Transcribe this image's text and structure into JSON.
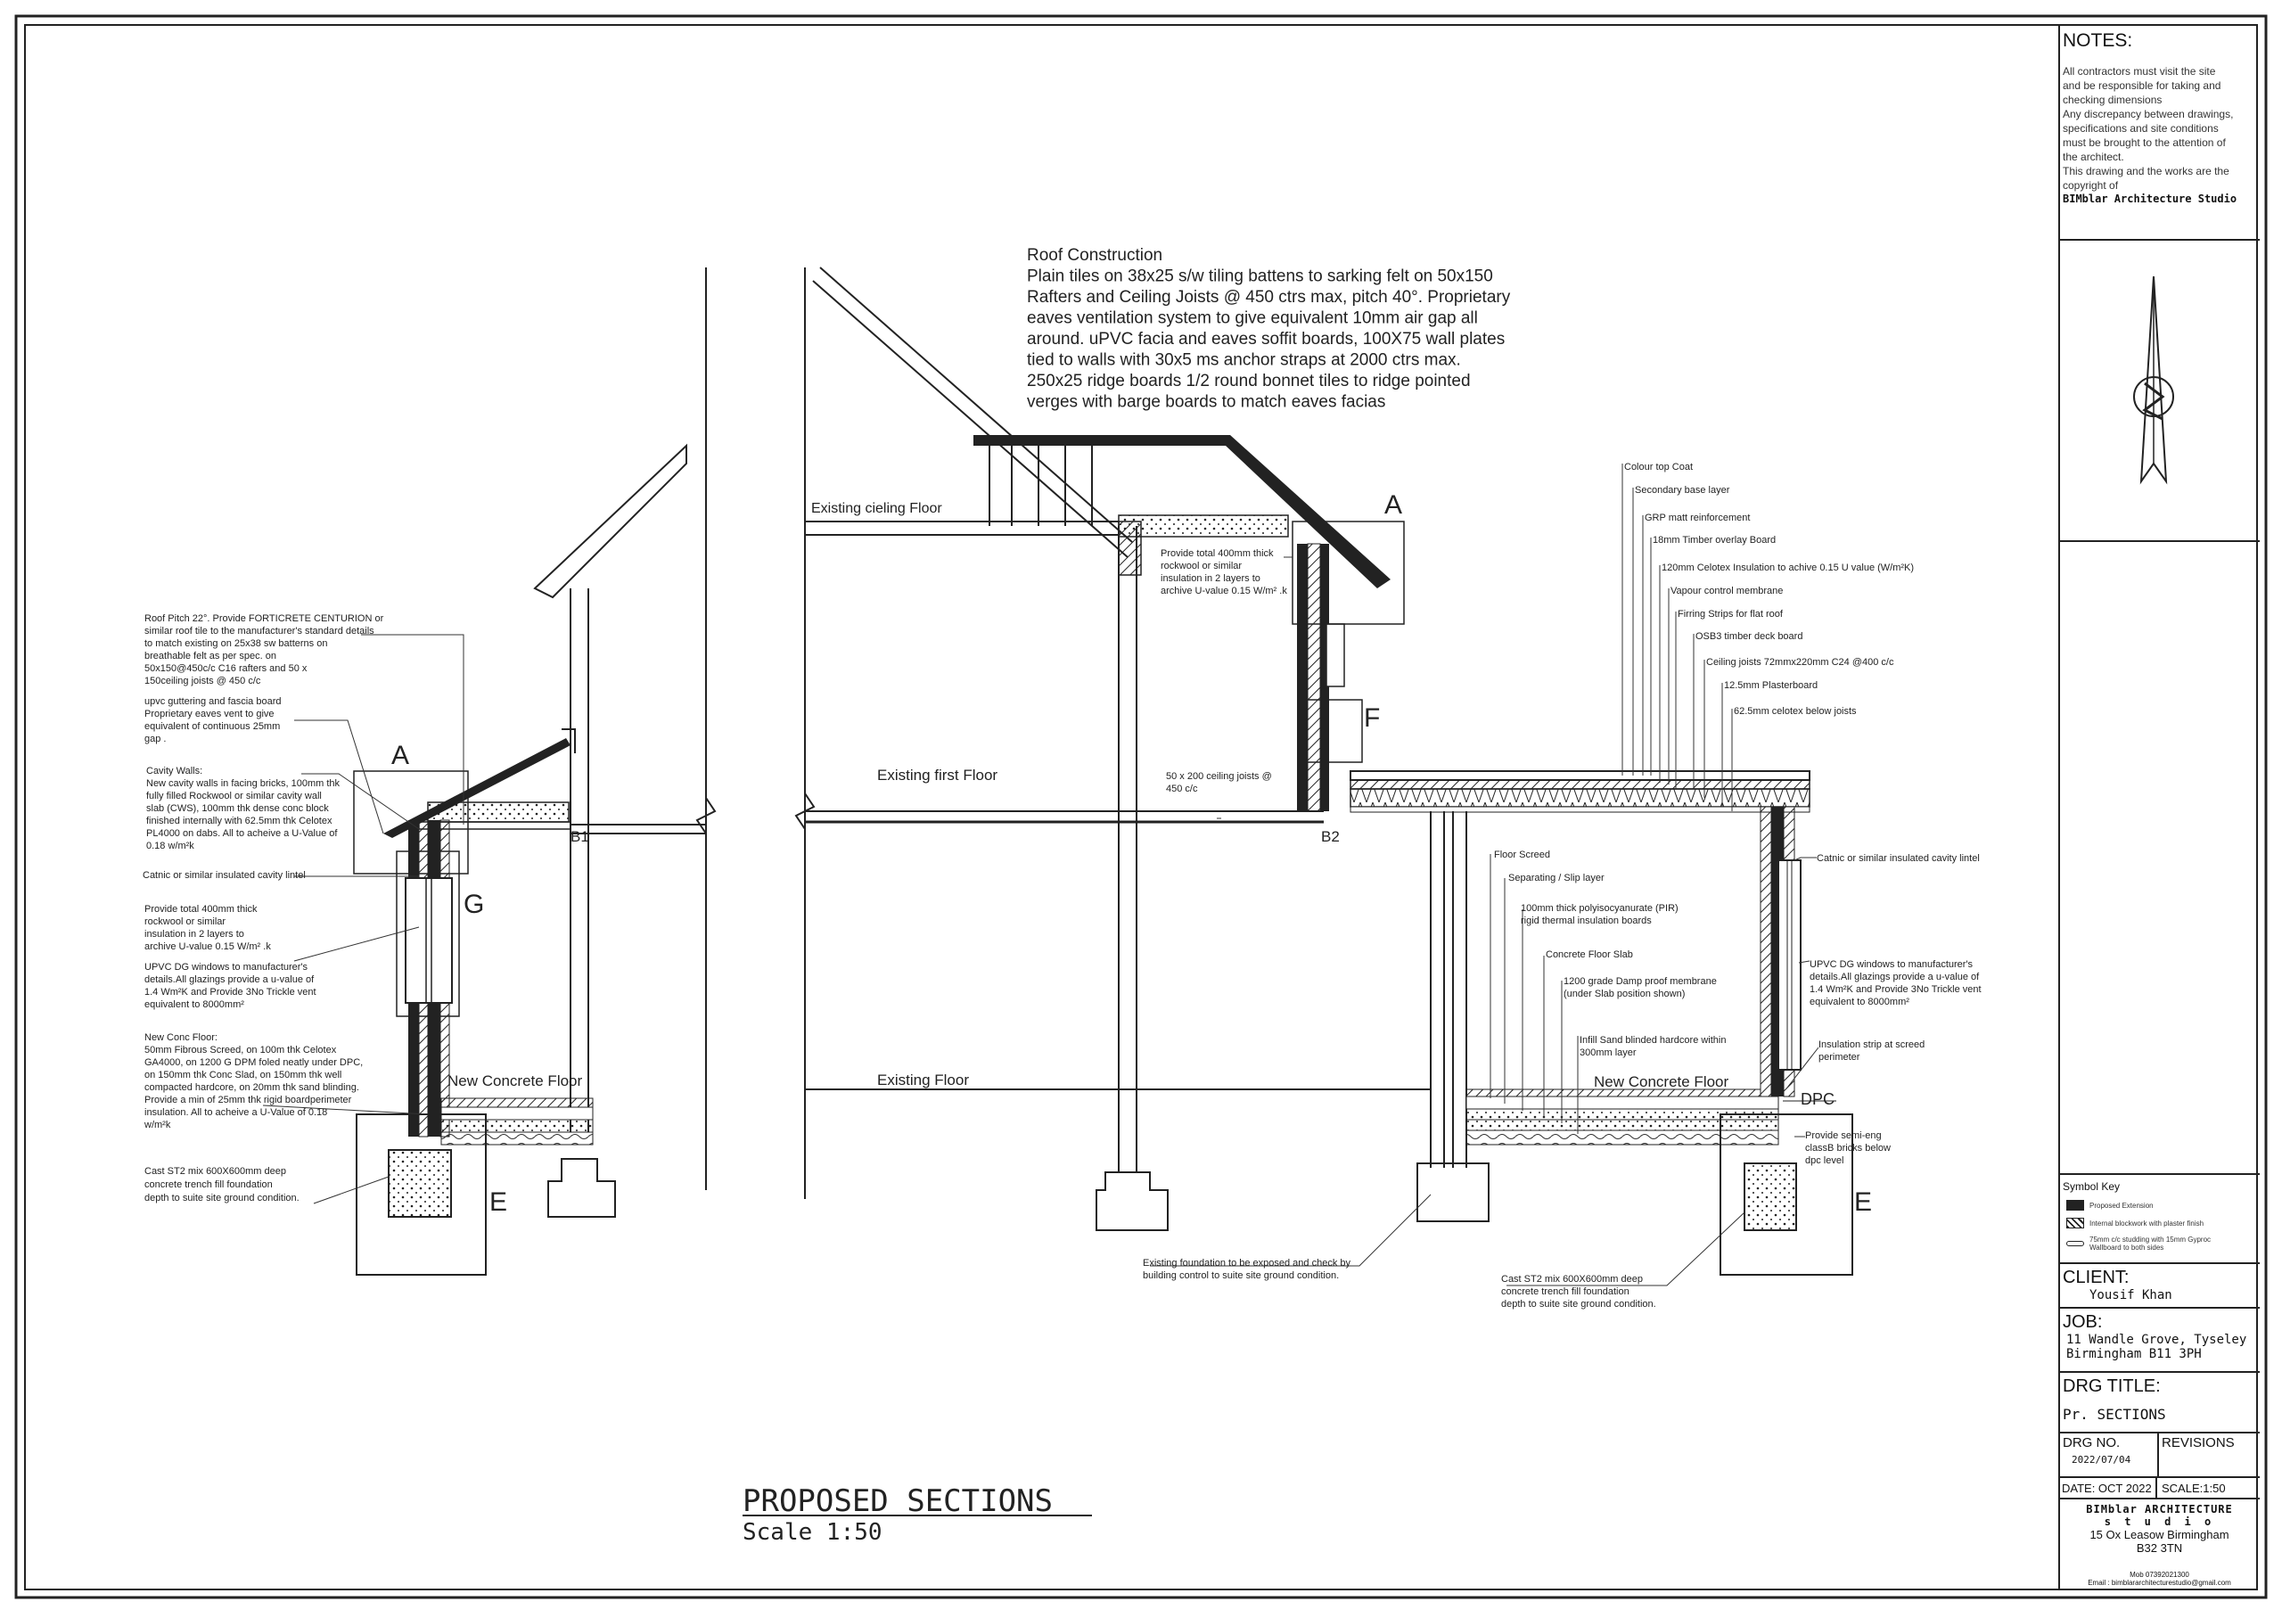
{
  "notes": {
    "heading": "NOTES:",
    "lines": [
      "All contractors must visit the site",
      "and be responsible for taking and",
      "checking dimensions",
      "Any discrepancy between drawings,",
      "specifications and site conditions",
      "must be brought to the attention of",
      "the architect.",
      "This drawing and the works are the",
      "copyright of"
    ],
    "firm": "BIMblar Architecture Studio"
  },
  "symbol_key": {
    "heading": "Symbol Key",
    "items": [
      "Proposed Extension",
      "Internal blockwork with plaster finish",
      "75mm c/c studding with 15mm Gyproc Wallboard to both sides"
    ]
  },
  "client": {
    "label": "CLIENT:",
    "value": "Yousif Khan"
  },
  "job": {
    "label": "JOB:",
    "line1": "11 Wandle Grove, Tyseley",
    "line2": "Birmingham B11 3PH"
  },
  "drg_title": {
    "label": "DRG TITLE:",
    "value": "Pr. SECTIONS"
  },
  "drg_no": {
    "label": "DRG NO.",
    "value": "2022/07/04"
  },
  "revisions_label": "REVISIONS",
  "date": "DATE: OCT 2022",
  "scale_box": "SCALE:1:50",
  "studio": {
    "name": "BIMblar ARCHITECTURE",
    "sub": "s t u d i o",
    "addr1": "15 Ox Leasow Birmingham",
    "addr2": "B32 3TN",
    "mob": "Mob 07392021300",
    "email": "Email : bimblararchitecturestudio@gmail.com"
  },
  "drawing": {
    "title": "PROPOSED SECTIONS",
    "scale": "Scale 1:50",
    "roof_construction": [
      "Roof Construction",
      "Plain tiles on 38x25 s/w tiling battens to sarking felt on 50x150",
      "Rafters and Ceiling Joists @ 450 ctrs max, pitch 40°. Proprietary",
      "eaves ventilation system to give equivalent 10mm air gap all",
      "around. uPVC facia and eaves soffit boards, 100X75 wall plates",
      "tied to walls with 30x5 ms anchor straps at 2000 ctrs max.",
      "250x25 ridge boards 1/2 round bonnet tiles to ridge pointed",
      "verges with barge boards to match eaves facias"
    ],
    "left_notes": {
      "roof_pitch": [
        "Roof Pitch 22°. Provide FORTICRETE CENTURION or",
        "similar roof tile to the manufacturer's standard details",
        "to match existing on 25x38 sw batterns on",
        "breathable felt as per spec. on",
        "50x150@450c/c C16 rafters  and 50 x",
        "150ceiling joists @ 450 c/c"
      ],
      "guttering": [
        "upvc guttering and fascia board",
        "Proprietary eaves vent to give",
        "equivalent of continuous 25mm",
        "gap ."
      ],
      "cavity_walls": [
        "Cavity Walls:",
        "New cavity walls in facing bricks, 100mm thk",
        "fully filled Rockwool or similar cavity wall",
        "slab (CWS), 100mm thk dense conc block",
        "finished internally with 62.5mm thk Celotex",
        "PL4000 on dabs. All to acheive a U-Value of",
        "0.18  w/m²k"
      ],
      "lintel": "Catnic or similar insulated cavity lintel",
      "insulation": [
        "Provide total 400mm thick",
        "rockwool or similar",
        "insulation in 2 layers to",
        "archive U-value 0.15 W/m² .k"
      ],
      "windows": [
        "UPVC DG windows to manufacturer's",
        "details.All glazings provide a u-value of",
        "1.4 Wm²K and Provide 3No Trickle vent",
        "equivalent to 8000mm²"
      ],
      "conc_floor": [
        "New Conc Floor:",
        "50mm Fibrous Screed, on 100m thk Celotex",
        "GA4000, on 1200 G DPM foled neatly under DPC,",
        "on 150mm thk Conc Slad, on 150mm thk well",
        "compacted hardcore, on 20mm thk sand blinding.",
        "Provide a min of 25mm thk rigid boardperimeter",
        "insulation. All to acheive a U-Value of   0.18",
        "w/m²k"
      ],
      "foundation": [
        "Cast ST2 mix 600X600mm deep",
        "concrete trench fill  foundation",
        "depth to suite site ground condition."
      ]
    },
    "mid_notes": {
      "insulation": [
        "Provide total 400mm thick",
        "rockwool or similar",
        "insulation in 2 layers to",
        "archive U-value 0.15 W/m² .k"
      ],
      "ceiling_joists": [
        "50 x 200 ceiling joists @",
        "450 c/c"
      ],
      "existing_foundation": [
        "Existing foundation to be exposed and check by",
        "building control to suite site ground condition."
      ],
      "foundation": [
        "Cast ST2 mix 600X600mm deep",
        "concrete trench fill  foundation",
        "depth to suite site ground condition."
      ]
    },
    "flat_roof_layers": [
      "Colour top Coat",
      "Secondary base layer",
      "GRP matt reinforcement",
      "18mm Timber overlay Board",
      "120mm Celotex Insulation to achive 0.15 U value (W/m²K)",
      "Vapour control membrane",
      "Firring Strips for flat roof",
      "OSB3 timber deck board",
      "Ceiling joists 72mmx220mm C24 @400 c/c",
      "12.5mm Plasterboard",
      "62.5mm celotex below joists"
    ],
    "floor_layers": [
      "Floor Screed",
      "Separating / Slip layer",
      "100mm thick polyisocyanurate (PIR)",
      "rigid thermal insulation boards",
      "Concrete Floor Slab",
      "1200 grade Damp proof membrane",
      "(under Slab position shown)",
      "Infill Sand blinded hardcore within",
      "300mm layer"
    ],
    "right_notes": {
      "lintel": "Catnic or similar insulated cavity lintel",
      "windows": [
        "UPVC DG windows to manufacturer's",
        "details.All glazings provide a u-value of",
        "1.4 Wm²K and Provide 3No Trickle vent",
        "equivalent to 8000mm²"
      ],
      "strip": [
        "Insulation strip at screed",
        "perimeter"
      ],
      "semi_eng": [
        "Provide semi-eng",
        "classB bricks below",
        "dpc level"
      ]
    },
    "floor_labels": {
      "existing_ceiling": "Existing cieling Floor",
      "existing_first": "Existing first Floor",
      "existing_floor": "Existing Floor",
      "new_concrete_left": "New Concrete Floor",
      "new_concrete_right": "New Concrete Floor",
      "dpc": "DPC"
    },
    "markers": {
      "a_left": "A",
      "a_mid": "A",
      "g": "G",
      "f": "F",
      "e_left": "E",
      "e_right": "E",
      "b1": "B1",
      "b2": "B2"
    }
  }
}
